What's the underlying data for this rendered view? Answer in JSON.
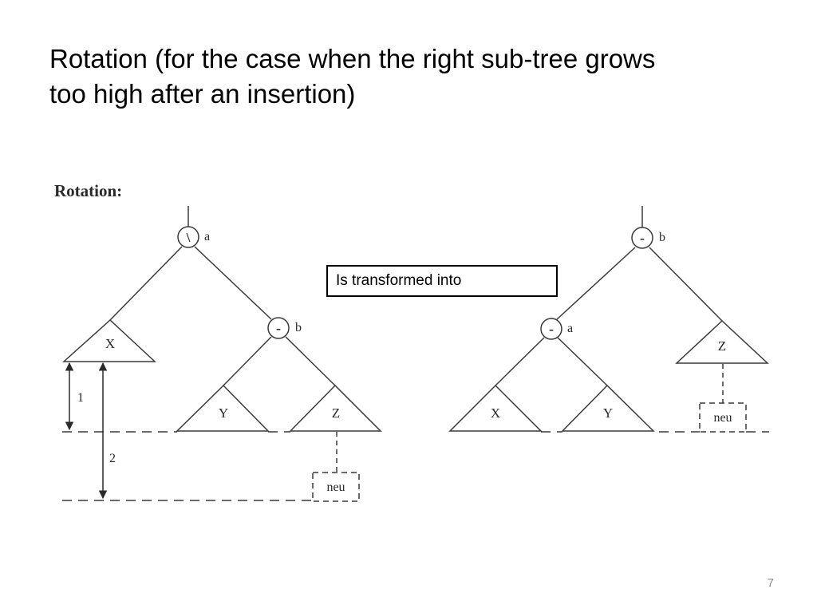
{
  "slide": {
    "title_line1": "Rotation  (for the case when the right sub-tree grows",
    "title_line2": "too high after an insertion)",
    "callout": "Is transformed into",
    "page_number": "7"
  },
  "diagram": {
    "heading": "Rotation:",
    "before": {
      "root": {
        "name": "a",
        "balance": "\\"
      },
      "child": {
        "name": "b",
        "balance": "-"
      },
      "subtrees": [
        "X",
        "Y",
        "Z"
      ],
      "inserted": "neu",
      "height_labels": [
        "1",
        "2"
      ]
    },
    "after": {
      "root": {
        "name": "b",
        "balance": "-"
      },
      "child": {
        "name": "a",
        "balance": "-"
      },
      "subtrees": [
        "X",
        "Y",
        "Z"
      ],
      "inserted": "neu"
    }
  }
}
